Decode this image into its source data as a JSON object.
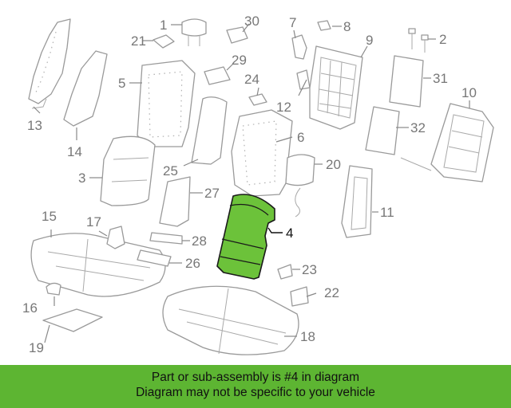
{
  "callouts": {
    "c1": "1",
    "c2": "2",
    "c3": "3",
    "c4": "4",
    "c5": "5",
    "c6": "6",
    "c7": "7",
    "c8": "8",
    "c9": "9",
    "c10": "10",
    "c11": "11",
    "c12": "12",
    "c13": "13",
    "c14": "14",
    "c15": "15",
    "c16": "16",
    "c17": "17",
    "c18": "18",
    "c19": "19",
    "c20": "20",
    "c21": "21",
    "c22": "22",
    "c23": "23",
    "c24": "24",
    "c25": "25",
    "c26": "26",
    "c27": "27",
    "c28": "28",
    "c29": "29",
    "c30": "30",
    "c31": "31",
    "c32": "32"
  },
  "highlight": {
    "part_number": "4",
    "color": "#6cc23a"
  },
  "banner": {
    "line1": "Part or sub-assembly is #4 in diagram",
    "line2": "Diagram may not be specific to your vehicle",
    "color": "#5db532"
  }
}
